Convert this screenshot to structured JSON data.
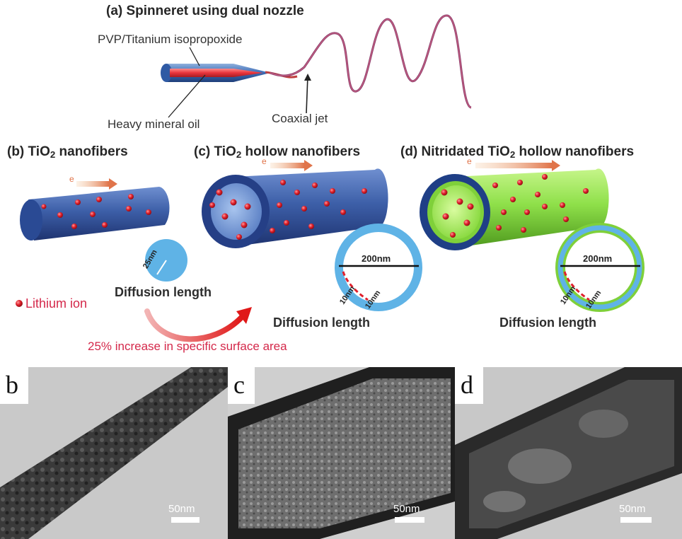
{
  "labels": {
    "a_title": "(a) Spinneret using dual nozzle",
    "pvp": "PVP/Titanium isopropoxide",
    "mineral_oil": "Heavy mineral oil",
    "coaxial_jet": "Coaxial jet",
    "b_prefix": "(b) TiO",
    "b_sub": "2",
    "b_suffix": " nanofibers",
    "c_prefix": "(c) TiO",
    "c_sub": "2",
    "c_suffix": " hollow nanofibers",
    "d_prefix": "(d) Nitridated TiO",
    "d_sub": "2",
    "d_suffix": " hollow nanofibers",
    "electron_b": "e",
    "electron_c": "e",
    "electron_d": "e",
    "len_25": "25nm",
    "diffusion_b": "Diffusion length",
    "lithium": "Lithium ion",
    "len_200_c": "200nm",
    "len_10a_c": "10nm",
    "len_10b_c": "10nm",
    "diffusion_c": "Diffusion length",
    "len_200_d": "200nm",
    "len_10a_d": "10nm",
    "len_10b_d": "10nm",
    "diffusion_d": "Diffusion length",
    "increase": "25% increase in specific surface area"
  },
  "tem_panels": [
    {
      "label": "b",
      "scale": "50nm"
    },
    {
      "label": "c",
      "scale": "50nm"
    },
    {
      "label": "d",
      "scale": "50nm"
    }
  ],
  "colors": {
    "tio2_blue": "#3d5fa8",
    "nitride_green": "#8fe04a",
    "lithium_red": "#e0202c",
    "ring_light_blue": "#5fb3e6",
    "oil_red": "#e8343c"
  }
}
